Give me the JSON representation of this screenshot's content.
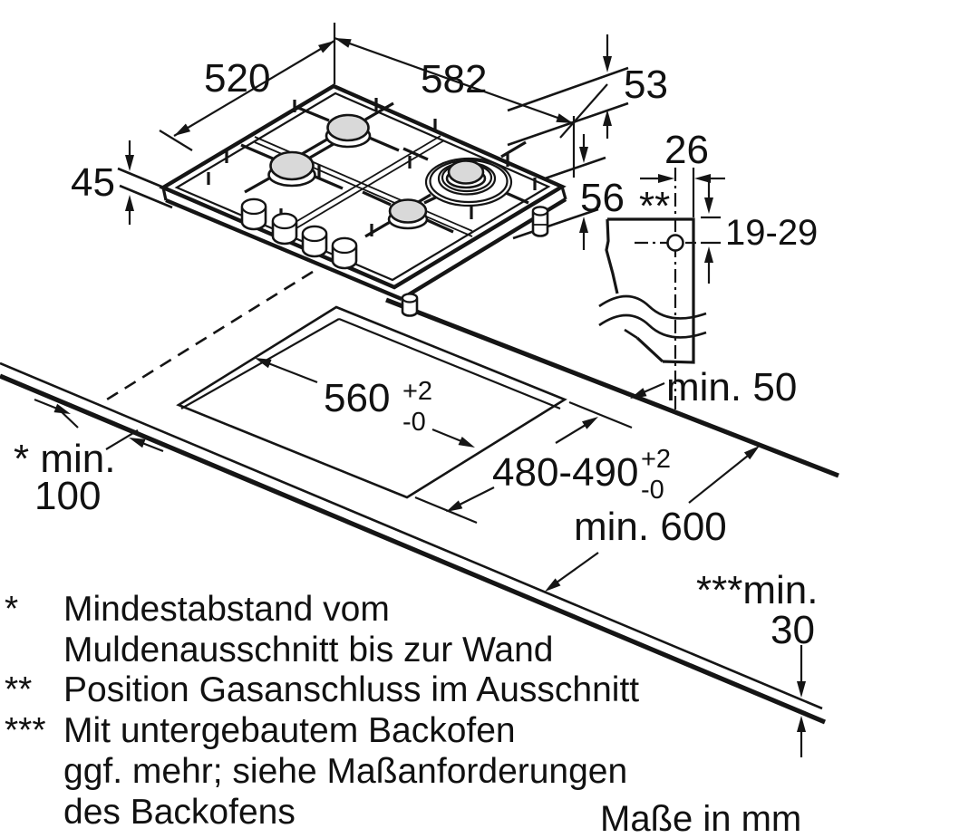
{
  "dims": {
    "hob_depth": "520",
    "hob_width": "582",
    "edge_53": "53",
    "height_45": "45",
    "height_56": "56",
    "gas_offset": "26",
    "gas_symbol": "**",
    "gas_height_range": "19-29",
    "cutout_width": "560",
    "cutout_width_tol_plus": "+2",
    "cutout_width_tol_minus": "-0",
    "cutout_depth": "480-490",
    "cutout_depth_tol_plus": "+2",
    "cutout_depth_tol_minus": "-0",
    "clearance_back": "min. 50",
    "worktop_depth": "min. 600",
    "wall_clearance_label": "* min.",
    "wall_clearance_value": "100",
    "worktop_thickness_label": "***min.",
    "worktop_thickness_value": "30"
  },
  "footnotes": {
    "f1_marker": "*",
    "f1_line1": "Mindestabstand vom",
    "f1_line2": "Muldenausschnitt bis zur Wand",
    "f2_marker": "**",
    "f2_line1": "Position Gasanschluss im Ausschnitt",
    "f3_marker": "***",
    "f3_line1": "Mit untergebautem Backofen",
    "f3_line2": "ggf. mehr; siehe Maßanforderungen",
    "f3_line3": "des Backofens"
  },
  "units_note": "Maße in mm"
}
